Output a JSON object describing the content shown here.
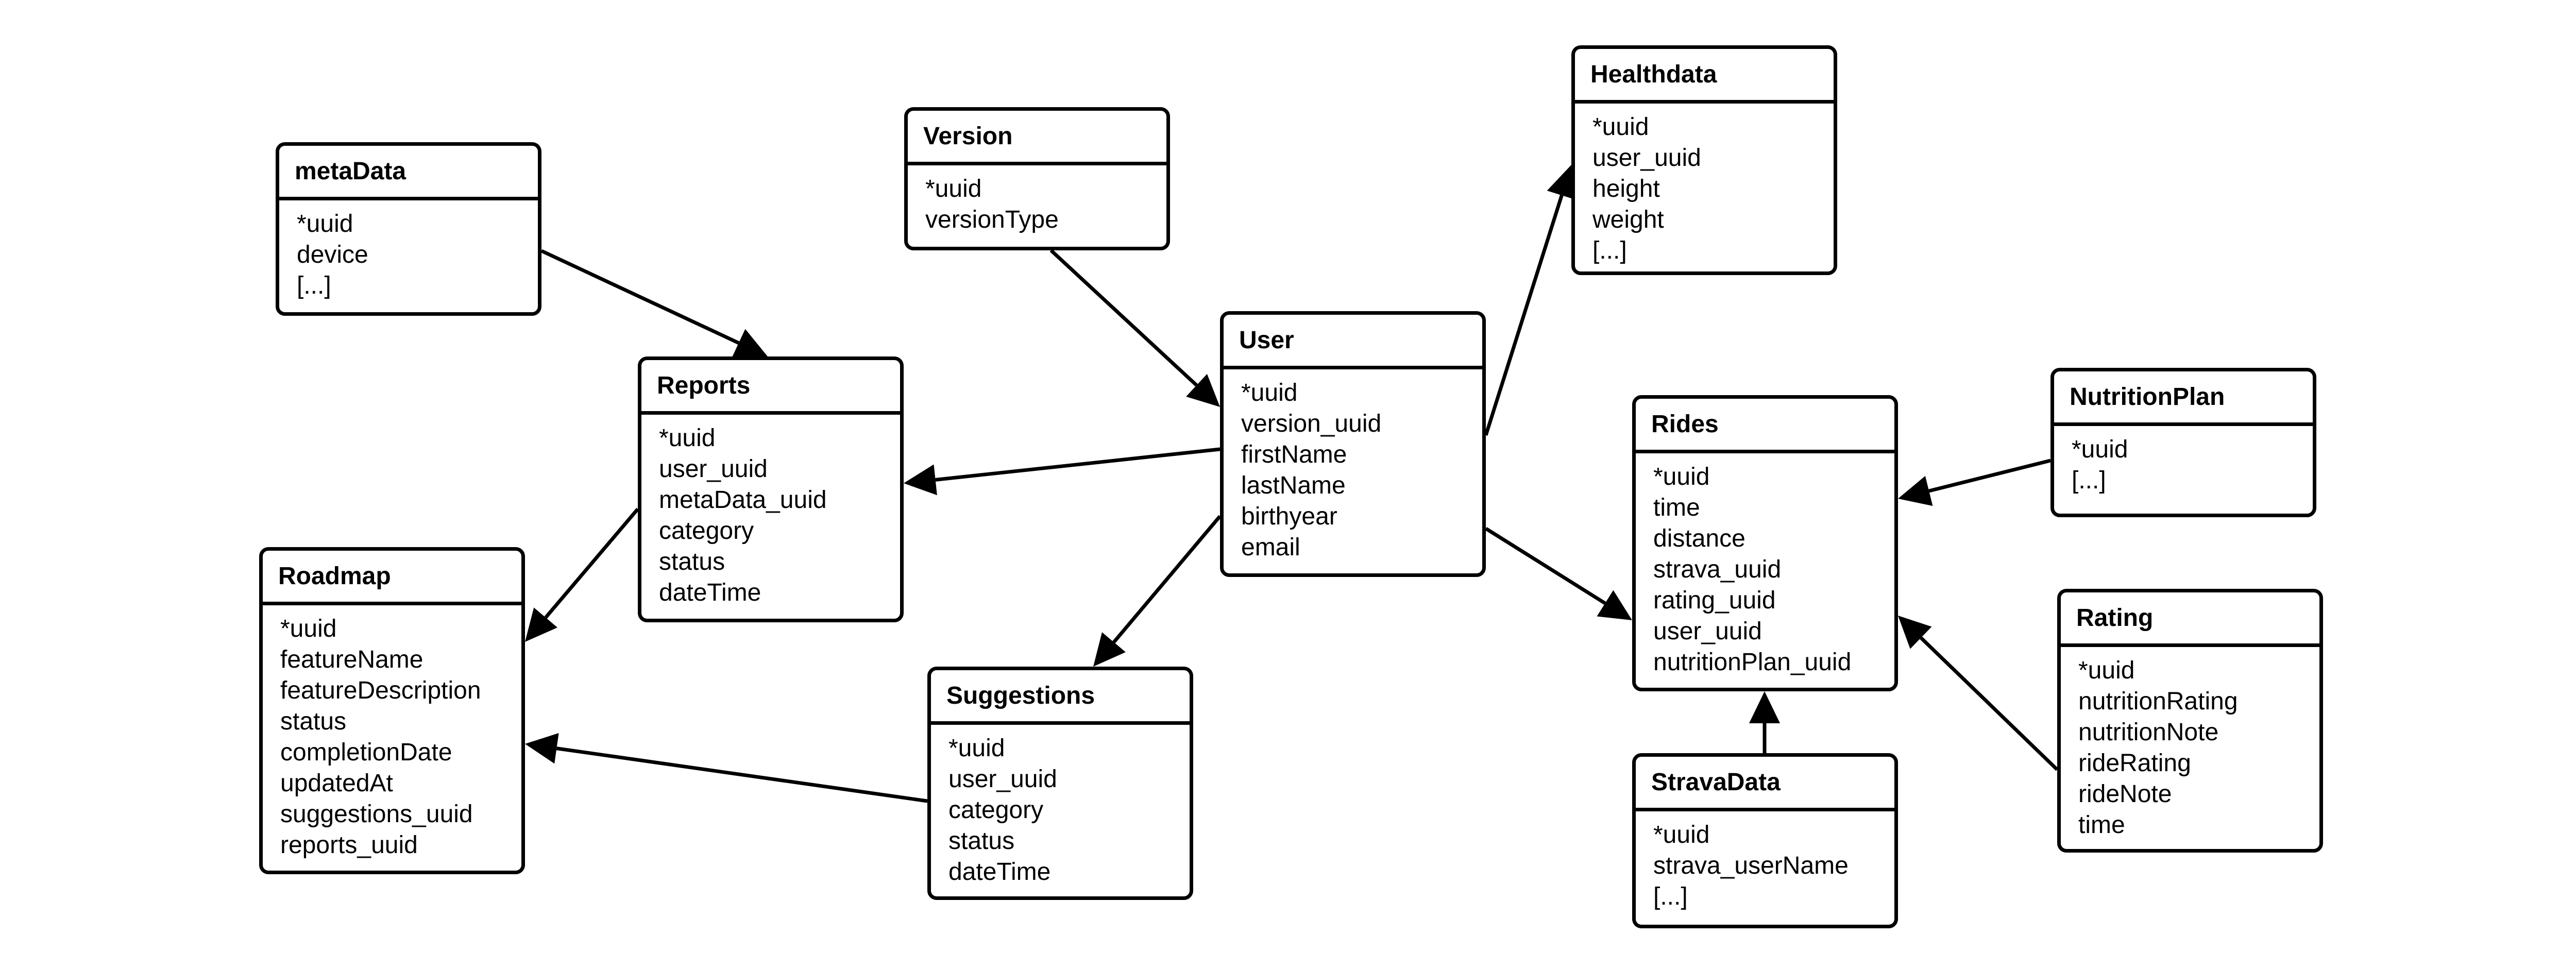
{
  "diagram": {
    "entities": [
      {
        "id": "metadata",
        "title": "metaData",
        "fields": [
          "*uuid",
          "device",
          "[...]"
        ]
      },
      {
        "id": "version",
        "title": "Version",
        "fields": [
          "*uuid",
          "versionType"
        ]
      },
      {
        "id": "healthdata",
        "title": "Healthdata",
        "fields": [
          "*uuid",
          "user_uuid",
          "height",
          "weight",
          "[...]"
        ]
      },
      {
        "id": "reports",
        "title": "Reports",
        "fields": [
          "*uuid",
          "user_uuid",
          "metaData_uuid",
          "category",
          "status",
          "dateTime"
        ]
      },
      {
        "id": "user",
        "title": "User",
        "fields": [
          "*uuid",
          "version_uuid",
          "firstName",
          "lastName",
          "birthyear",
          "email"
        ]
      },
      {
        "id": "rides",
        "title": "Rides",
        "fields": [
          "*uuid",
          "time",
          "distance",
          "strava_uuid",
          "rating_uuid",
          "user_uuid",
          "nutritionPlan_uuid"
        ]
      },
      {
        "id": "nutritionplan",
        "title": "NutritionPlan",
        "fields": [
          "*uuid",
          "[...]"
        ]
      },
      {
        "id": "roadmap",
        "title": "Roadmap",
        "fields": [
          "*uuid",
          "featureName",
          "featureDescription",
          "status",
          "completionDate",
          "updatedAt",
          "suggestions_uuid",
          "reports_uuid"
        ]
      },
      {
        "id": "suggestions",
        "title": "Suggestions",
        "fields": [
          "*uuid",
          "user_uuid",
          "category",
          "status",
          "dateTime"
        ]
      },
      {
        "id": "rating",
        "title": "Rating",
        "fields": [
          "*uuid",
          "nutritionRating",
          "nutritionNote",
          "rideRating",
          "rideNote",
          "time"
        ]
      },
      {
        "id": "stravadata",
        "title": "StravaData",
        "fields": [
          "*uuid",
          "strava_userName",
          "[...]"
        ]
      }
    ],
    "relations": [
      {
        "from": "metadata",
        "to": "reports"
      },
      {
        "from": "version",
        "to": "user"
      },
      {
        "from": "user",
        "to": "healthdata"
      },
      {
        "from": "user",
        "to": "reports"
      },
      {
        "from": "user",
        "to": "suggestions"
      },
      {
        "from": "user",
        "to": "rides"
      },
      {
        "from": "reports",
        "to": "roadmap"
      },
      {
        "from": "suggestions",
        "to": "roadmap"
      },
      {
        "from": "nutritionplan",
        "to": "rides"
      },
      {
        "from": "rating",
        "to": "rides"
      },
      {
        "from": "stravadata",
        "to": "rides"
      }
    ],
    "colors": {
      "stroke": "#000000",
      "fill": "#ffffff",
      "text": "#000000"
    }
  }
}
